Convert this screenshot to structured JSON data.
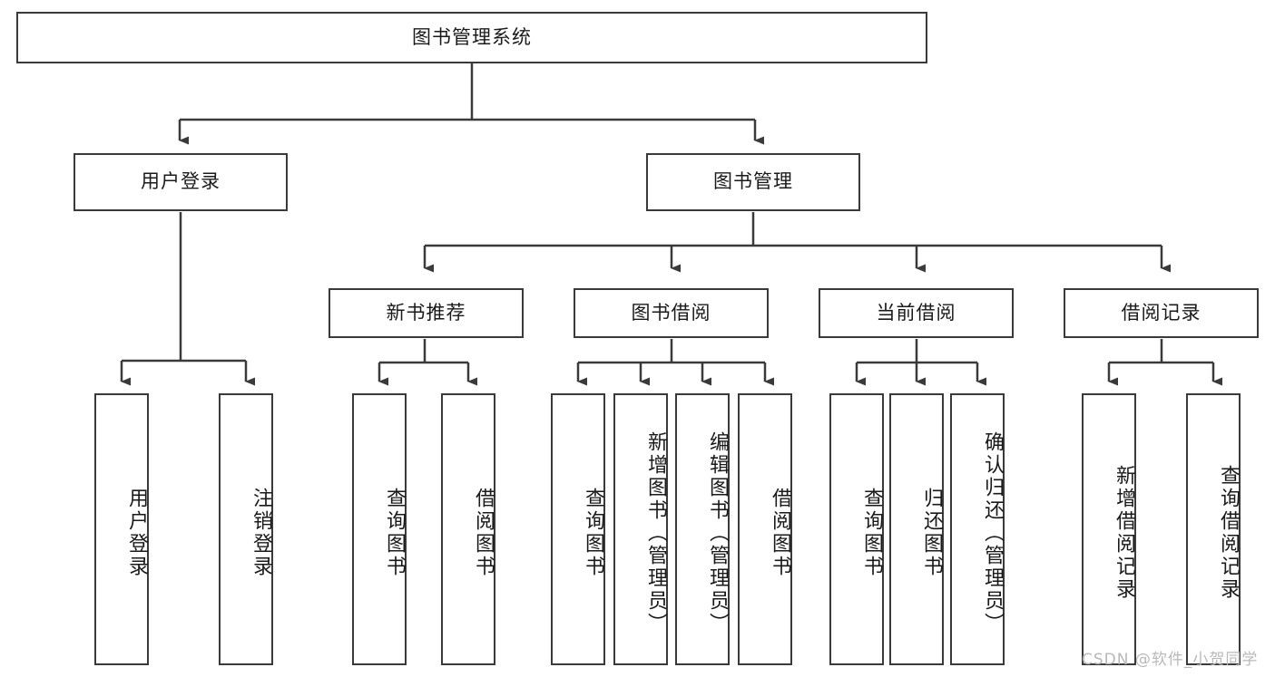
{
  "diagram": {
    "title": "图书管理系统",
    "type": "hierarchy-tree",
    "root": {
      "label": "图书管理系统"
    },
    "level2": [
      {
        "label": "用户登录"
      },
      {
        "label": "图书管理"
      }
    ],
    "level3": [
      {
        "label": "新书推荐"
      },
      {
        "label": "图书借阅"
      },
      {
        "label": "当前借阅"
      },
      {
        "label": "借阅记录"
      }
    ],
    "leaves": {
      "user_login": [
        {
          "label": "用户登录"
        },
        {
          "label": "注销登录"
        }
      ],
      "new_book_rec": [
        {
          "label": "查询图书"
        },
        {
          "label": "借阅图书"
        }
      ],
      "book_borrow": [
        {
          "label": "查询图书"
        },
        {
          "label": "新增图书（管理员）"
        },
        {
          "label": "编辑图书（管理员）"
        },
        {
          "label": "借阅图书"
        }
      ],
      "current_borrow": [
        {
          "label": "查询图书"
        },
        {
          "label": "归还图书"
        },
        {
          "label": "确认归还（管理员）"
        }
      ],
      "borrow_record": [
        {
          "label": "新增借阅记录"
        },
        {
          "label": "查询借阅记录"
        }
      ]
    }
  },
  "watermark": {
    "text": "CSDN @软件_小贺同学"
  },
  "colors": {
    "border": "#3a3a3a",
    "background": "#ffffff",
    "text": "#1a1a1a",
    "watermark": "#b9b9b9"
  }
}
